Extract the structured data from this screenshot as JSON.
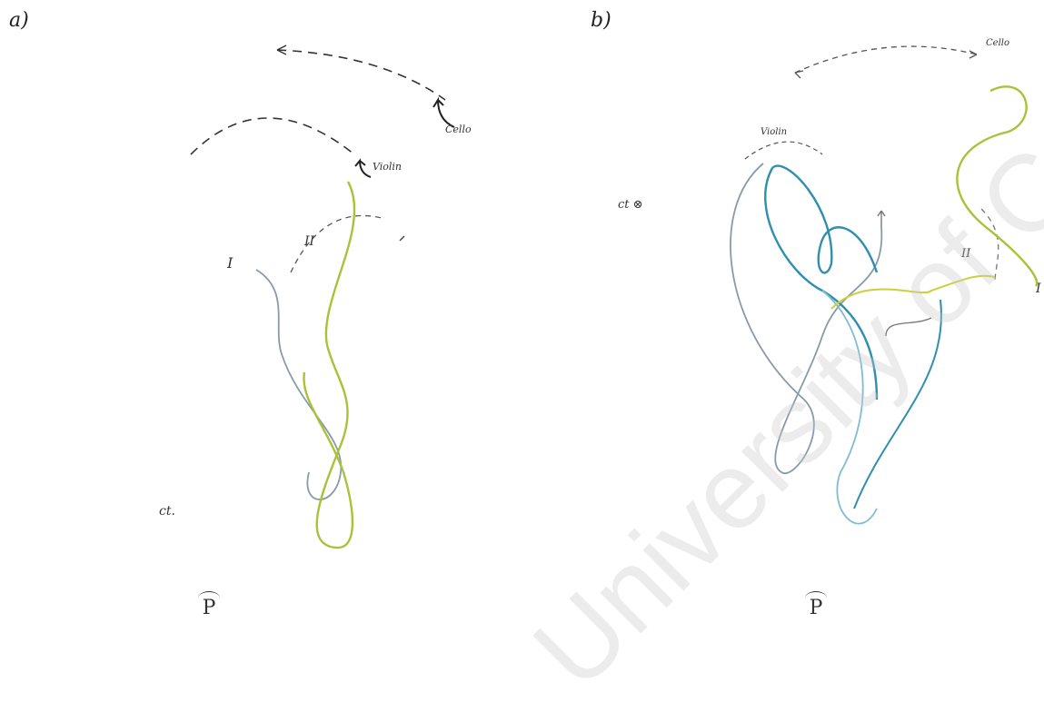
{
  "panels": [
    {
      "label": "a)",
      "annotations": {
        "cello": "Cello",
        "violin": "Violin",
        "roman1": "I",
        "roman2": "II",
        "ct": "ct.",
        "p": "P"
      }
    },
    {
      "label": "b)",
      "annotations": {
        "cello": "Cello",
        "violin": "Violin",
        "ct": "ct ⊗",
        "roman2": "II",
        "roman1": "I",
        "p": "P"
      }
    }
  ],
  "watermark": "University of Cape Town",
  "colors": {
    "green": "#a9c23a",
    "grey": "#8a9aa8",
    "teal": "#2f8fae",
    "lightblue": "#7fbcd6",
    "dash": "#333333"
  }
}
